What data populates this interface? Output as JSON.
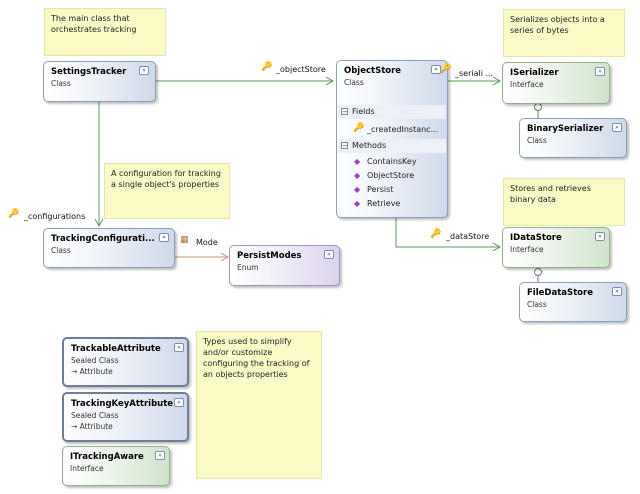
{
  "notes": {
    "tracker": "The main class that orchestrates tracking",
    "serializer": "Serializes objects into a series of bytes",
    "configuration": "A configuration for tracking a single object's properties",
    "datastore": "Stores and retrieves binary data",
    "types": "Types used to simplify and/or customize configuring the tracking of an objects properties"
  },
  "shapes": {
    "settings_tracker": {
      "name": "SettingsTracker",
      "kind": "Class"
    },
    "object_store": {
      "name": "ObjectStore",
      "kind": "Class"
    },
    "iserializer": {
      "name": "ISerializer",
      "kind": "Interface"
    },
    "binary_serializer": {
      "name": "BinarySerializer",
      "kind": "Class"
    },
    "idatastore": {
      "name": "IDataStore",
      "kind": "Interface"
    },
    "file_datastore": {
      "name": "FileDataStore",
      "kind": "Class"
    },
    "tracking_configuration": {
      "name": "TrackingConfigurati...",
      "kind": "Class"
    },
    "persist_modes": {
      "name": "PersistModes",
      "kind": "Enum"
    },
    "trackable_attribute": {
      "name": "TrackableAttribute",
      "kind": "Sealed Class",
      "base": "→ Attribute"
    },
    "tracking_key_attribute": {
      "name": "TrackingKeyAttribute",
      "kind": "Sealed Class",
      "base": "→ Attribute"
    },
    "itracking_aware": {
      "name": "ITrackingAware",
      "kind": "Interface"
    }
  },
  "object_store_sections": {
    "fields_label": "Fields",
    "fields": [
      "_createdInstanc..."
    ],
    "methods_label": "Methods",
    "methods": [
      "ContainsKey",
      "ObjectStore",
      "Persist",
      "Retrieve"
    ]
  },
  "associations": {
    "object_store": "_objectStore",
    "serializer": "_seriali ...",
    "data_store": "_dataStore",
    "configurations": "_configurations",
    "mode": "Mode"
  },
  "icons": {
    "collapse": "double-chevron-up-icon",
    "expand": "double-chevron-down-icon",
    "property": "property-icon",
    "method": "method-icon"
  },
  "colors": {
    "class_border": "#8a9fbd",
    "interface_border": "#90b08a",
    "enum_border": "#a493c4",
    "note_fill": "#fafac7",
    "connector": "#5a9a5a",
    "enum_connector": "#d09070"
  }
}
